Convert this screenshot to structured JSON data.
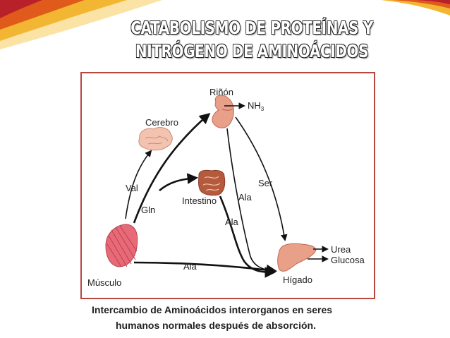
{
  "title": {
    "line1": "CATABOLISMO DE PROTEÍNAS Y",
    "line2": "NITRÓGENO DE AMINOÁCIDOS"
  },
  "organs": {
    "rinon": "Riñón",
    "cerebro": "Cerebro",
    "intestino": "Intestino",
    "musculo": "Músculo",
    "higado": "Hígado"
  },
  "products": {
    "nh3_main": "NH",
    "nh3_sub": "3",
    "urea": "Urea",
    "glucosa": "Glucosa"
  },
  "aminoacids": {
    "val": "Val",
    "gln": "Gln",
    "ser": "Ser",
    "ala_rinon": "Ala",
    "ala_intestino": "Ala",
    "ala_musculo": "Ala"
  },
  "caption": {
    "line1": "Intercambio de Aminoácidos interorganos en seres",
    "line2": "humanos normales después de absorción."
  },
  "colors": {
    "frame": "#b8473e",
    "organ_fill": "#e8a089",
    "muscle_fill": "#e86a78",
    "intestine_fill": "#b55a3c",
    "brain_fill": "#f3c3b0"
  }
}
